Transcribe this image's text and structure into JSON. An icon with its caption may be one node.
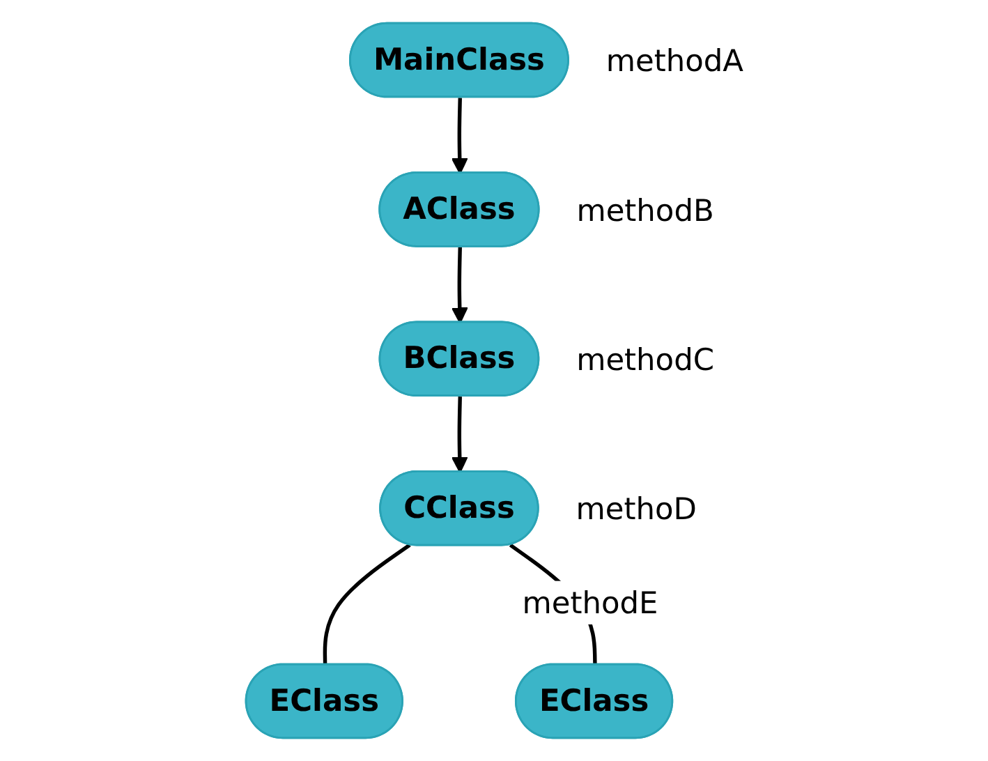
{
  "diagram": {
    "nodes": [
      {
        "text": [
          "MainClass"
        ],
        "beside": [
          "methodA"
        ]
      },
      {
        "text": [
          "AClass"
        ],
        "beside": [
          "methodB"
        ]
      },
      {
        "text": [
          "BClass"
        ],
        "beside": [
          "methodC"
        ]
      },
      {
        "text": [
          "CClass"
        ],
        "beside": [
          "methoD"
        ]
      },
      {
        "text": [
          "EClass"
        ]
      },
      {
        "text": [
          "EClass"
        ]
      }
    ],
    "edges": [
      {
        "from": 0,
        "to": 1,
        "arrow": "to"
      },
      {
        "from": 1,
        "to": 2,
        "arrow": "to"
      },
      {
        "from": 2,
        "to": 3,
        "arrow": "to"
      },
      {
        "from": 3,
        "to": 4,
        "arrow": "none"
      },
      {
        "from": 3,
        "to": 5,
        "arrow": "none",
        "label": "methodE"
      }
    ]
  }
}
